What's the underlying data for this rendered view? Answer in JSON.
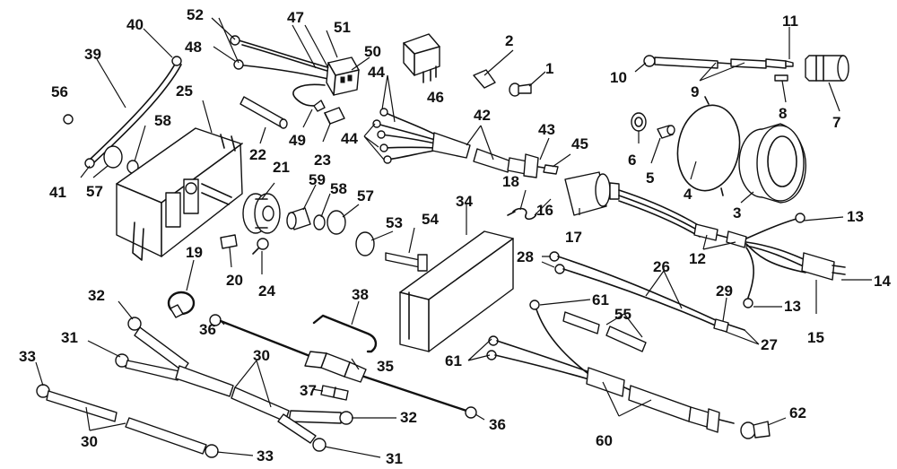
{
  "labels": {
    "p1": "1",
    "p2": "2",
    "p3": "3",
    "p4": "4",
    "p5": "5",
    "p6": "6",
    "p7": "7",
    "p8": "8",
    "p9": "9",
    "p10": "10",
    "p11": "11",
    "p12": "12",
    "p13a": "13",
    "p13b": "13",
    "p14": "14",
    "p15": "15",
    "p16": "16",
    "p17": "17",
    "p18": "18",
    "p19": "19",
    "p20": "20",
    "p21": "21",
    "p22": "22",
    "p23": "23",
    "p24": "24",
    "p25": "25",
    "p26": "26",
    "p27": "27",
    "p28": "28",
    "p29": "29",
    "p30a": "30",
    "p30b": "30",
    "p31a": "31",
    "p31b": "31",
    "p32a": "32",
    "p32b": "32",
    "p33a": "33",
    "p33b": "33",
    "p34": "34",
    "p35": "35",
    "p36a": "36",
    "p36b": "36",
    "p37": "37",
    "p38": "38",
    "p39": "39",
    "p40": "40",
    "p41": "41",
    "p42": "42",
    "p43": "43",
    "p44a": "44",
    "p44b": "44",
    "p45": "45",
    "p46": "46",
    "p47": "47",
    "p48": "48",
    "p49": "49",
    "p50": "50",
    "p51": "51",
    "p52": "52",
    "p53": "53",
    "p54": "54",
    "p55": "55",
    "p56": "56",
    "p57a": "57",
    "p57b": "57",
    "p58a": "58",
    "p58b": "58",
    "p59": "59",
    "p60": "60",
    "p61a": "61",
    "p61b": "61",
    "p62": "62"
  }
}
